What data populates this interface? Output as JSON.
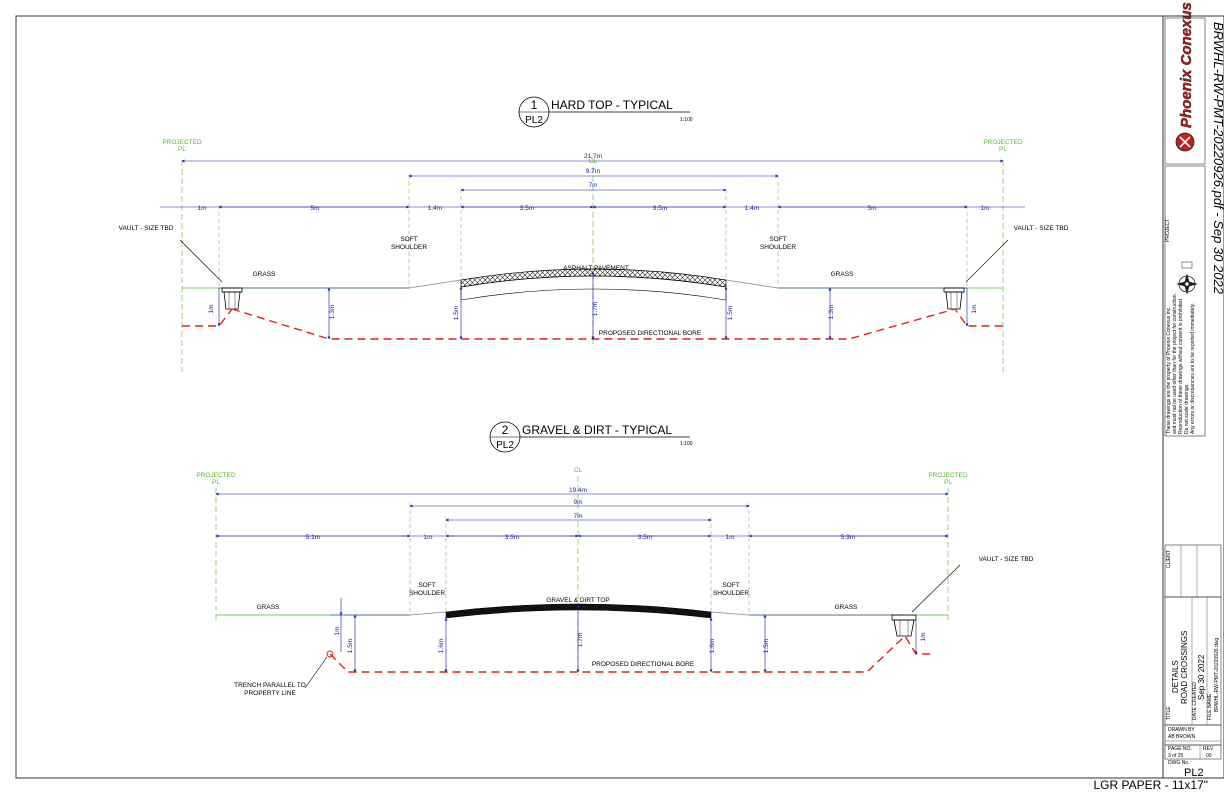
{
  "sheet": {
    "paper_label": "LGR PAPER - 11x17\"",
    "file_stamp": "BRWHL-RW-PMT-20220926.pdf - Sep 30 2022"
  },
  "title_block": {
    "logo_text": "Phoenix Conexus",
    "project_label": "PROJECT",
    "disclaimer": [
      "These drawings are the property of Phoenix Conexus Inc.",
      "and must not be used other than for the project for construction.",
      "Reproduction of these drawings without consent is prohibited.",
      "Do not scale drawings.",
      "Any errors or discrepancies are to be reported immediately."
    ],
    "client_label": "CLIENT",
    "title_label": "TITLE",
    "title_lines": [
      "DETAILS",
      "ROAD CROSSINGS"
    ],
    "date_label": "DATE CREATED",
    "date_value": "Sep 30 2022",
    "file_label": "FILE NAME",
    "file_value": "BRWHL-RW-PMT-20220926.dwg",
    "drawn_label": "DRAWN BY",
    "drawn_value": "AB BROWN",
    "page_label": "PAGE NO.",
    "page_value": "3 of 25",
    "rev_label": "REV",
    "rev_value": "00",
    "dwg_label": "DWG No.",
    "dwg_value": "PL2"
  },
  "details": [
    {
      "number": "1",
      "sheet_ref": "PL2",
      "title": "HARD TOP - TYPICAL",
      "scale": "1:100",
      "cl": "CL",
      "pl_left": [
        "PROJECTED",
        "PL"
      ],
      "pl_right": [
        "PROJECTED",
        "PL"
      ],
      "overall_dim": "21.7m",
      "mid_dim": "9.7m",
      "inner_dim": "7m",
      "segment_dims": [
        "1m",
        "5m",
        "1.4m",
        "3.5m",
        "3.5m",
        "1.4m",
        "5m",
        "1m"
      ],
      "vault_left": "VAULT - SIZE TBD",
      "vault_right": "VAULT - SIZE TBD",
      "soft_left": [
        "SOFT",
        "SHOULDER"
      ],
      "soft_right": [
        "SOFT",
        "SHOULDER"
      ],
      "grass_left": "GRASS",
      "grass_right": "GRASS",
      "surface": "ASPHALT PAVEMENT",
      "bore": "PROPOSED DIRECTIONAL BORE",
      "depth_dims": [
        "1m",
        "1.3m",
        "1.5m",
        "1.7m",
        "1.5m",
        "1.3m",
        "1m"
      ]
    },
    {
      "number": "2",
      "sheet_ref": "PL2",
      "title": "GRAVEL & DIRT - TYPICAL",
      "scale": "1:100",
      "cl": "CL",
      "pl_left": [
        "PROJECTED",
        "PL"
      ],
      "pl_right": [
        "PROJECTED",
        "PL"
      ],
      "overall_dim": "19.4m",
      "mid_dim": "9m",
      "inner_dim": "7m",
      "segment_dims": [
        "5.1m",
        "1m",
        "3.5m",
        "3.5m",
        "1m",
        "5.3m"
      ],
      "vault_right": "VAULT - SIZE TBD",
      "soft_left": [
        "SOFT",
        "SHOULDER"
      ],
      "soft_right": [
        "SOFT",
        "SHOULDER"
      ],
      "grass_left": "GRASS",
      "grass_right": "GRASS",
      "surface": "GRAVEL & DIRT TOP",
      "bore": "PROPOSED DIRECTIONAL BORE",
      "trench": [
        "TRENCH PARALLEL TO",
        "PROPERTY LINE"
      ],
      "depth_dims": [
        "1m",
        "1.5m",
        "1.6m",
        "1.7m",
        "1.6m",
        "1.5m",
        "1m"
      ]
    }
  ],
  "colors": {
    "dimension": "#1a1aa8",
    "bore": "#e02020",
    "property_line": "#5ab52a",
    "line": "#000000"
  }
}
